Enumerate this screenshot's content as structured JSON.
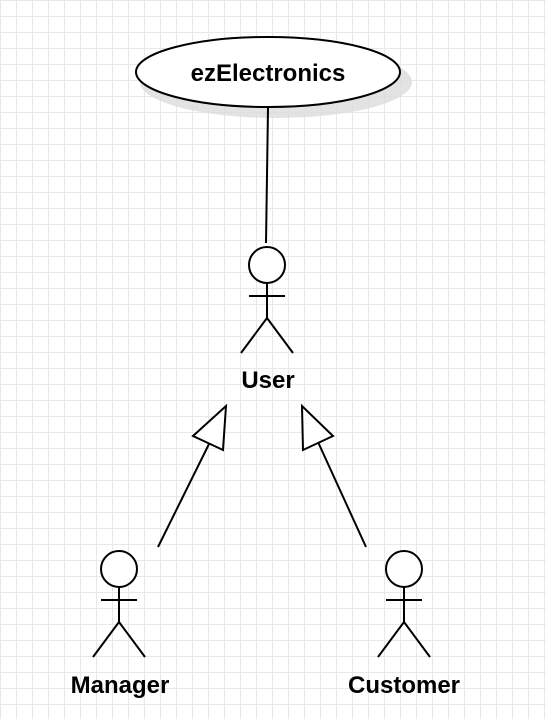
{
  "diagram": {
    "system": {
      "name": "ezElectronics"
    },
    "actors": {
      "user": {
        "name": "User"
      },
      "manager": {
        "name": "Manager"
      },
      "customer": {
        "name": "Customer"
      }
    },
    "relationships": [
      {
        "type": "association",
        "from": "ezElectronics",
        "to": "User"
      },
      {
        "type": "generalization",
        "from": "Manager",
        "to": "User"
      },
      {
        "type": "generalization",
        "from": "Customer",
        "to": "User"
      }
    ]
  }
}
